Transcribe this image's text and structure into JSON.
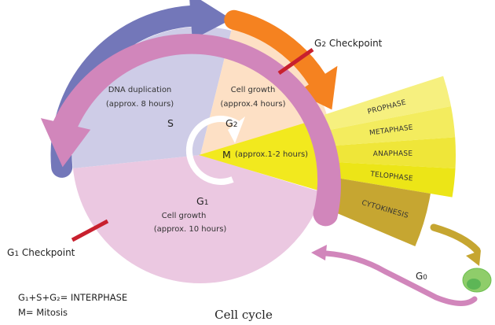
{
  "title": "Cell cycle",
  "phases": {
    "S": {
      "label": "S",
      "description": "DNA duplication",
      "duration": "(approx. 8 hours)"
    },
    "G2": {
      "label": "G",
      "sub": "2",
      "description": "Cell growth",
      "duration": "(approx.4 hours)"
    },
    "M": {
      "label": "M",
      "duration": "(approx.1-2 hours)"
    },
    "G1": {
      "label": "G",
      "sub": "1",
      "description": "Cell growth",
      "duration": "(approx. 10 hours)"
    },
    "G0": {
      "label": "G",
      "sub": "0"
    }
  },
  "mitosis_stages": [
    "PROPHASE",
    "METAPHASE",
    "ANAPHASE",
    "TELOPHASE",
    "CYTOKINESIS"
  ],
  "checkpoints": {
    "g2": {
      "label_main": "G",
      "label_sub": "2",
      "label_rest": " Checkpoint"
    },
    "g1": {
      "label_main": "G",
      "label_sub": "1",
      "label_rest": " Checkpoint"
    }
  },
  "legend": {
    "line1": "G₁+S+G₂= INTERPHASE",
    "line2": "M= Mitosis"
  },
  "colors": {
    "s_fill": "#cecce7",
    "s_arrow": "#7377b9",
    "g2_fill": "#fde0c5",
    "g2_arrow": "#f58220",
    "m_fill": "#f2e91e",
    "g1_fill": "#ebc8e1",
    "g1_arrow": "#d186bb",
    "checkpoint": "#c8202e",
    "prophase": "#f6f07f",
    "metaphase": "#f3ec5e",
    "anaphase": "#efe639",
    "telophase": "#ece517",
    "cytokinesis": "#c6a631",
    "g0_cell_outer": "#8fcd6a",
    "g0_cell_inner": "#5db656"
  }
}
